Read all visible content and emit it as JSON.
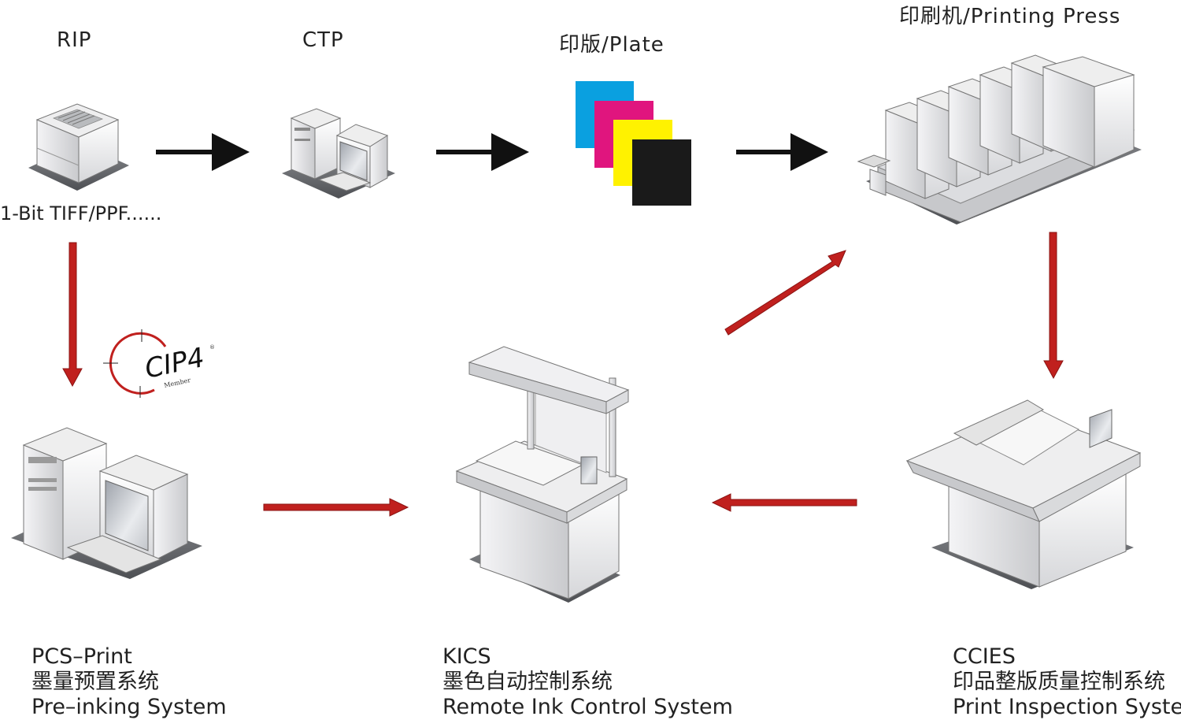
{
  "top_labels": {
    "rip": "RIP",
    "ctp": "CTP",
    "plate": "印版/Plate",
    "press": "印刷机/Printing Press",
    "rip_formats": "1-Bit TIFF/PPF......"
  },
  "logo": {
    "text": "CIP4",
    "sub": "Member",
    "mark": "®"
  },
  "captions": {
    "pcs": {
      "line1": "PCS–Print",
      "line2": "墨量预置系统",
      "line3": "Pre–inking System"
    },
    "kics": {
      "line1": "KICS",
      "line2": "墨色自动控制系统",
      "line3": "Remote Ink Control System"
    },
    "ccies": {
      "line1": "CCIES",
      "line2": "印品整版质量控制系统",
      "line3": "Print Inspection System"
    }
  },
  "colors": {
    "black_arrow": "#111111",
    "red_arrow": "#c0201e",
    "plate_cyan": "#0aa0e0",
    "plate_magenta": "#e0157e",
    "plate_yellow": "#fff200",
    "plate_black": "#1a1a1a"
  },
  "icons": [
    "rip-server-icon",
    "ctp-computer-icon",
    "printing-press-icon",
    "pcs-computer-icon",
    "kics-console-icon",
    "ccies-inspection-table-icon"
  ]
}
